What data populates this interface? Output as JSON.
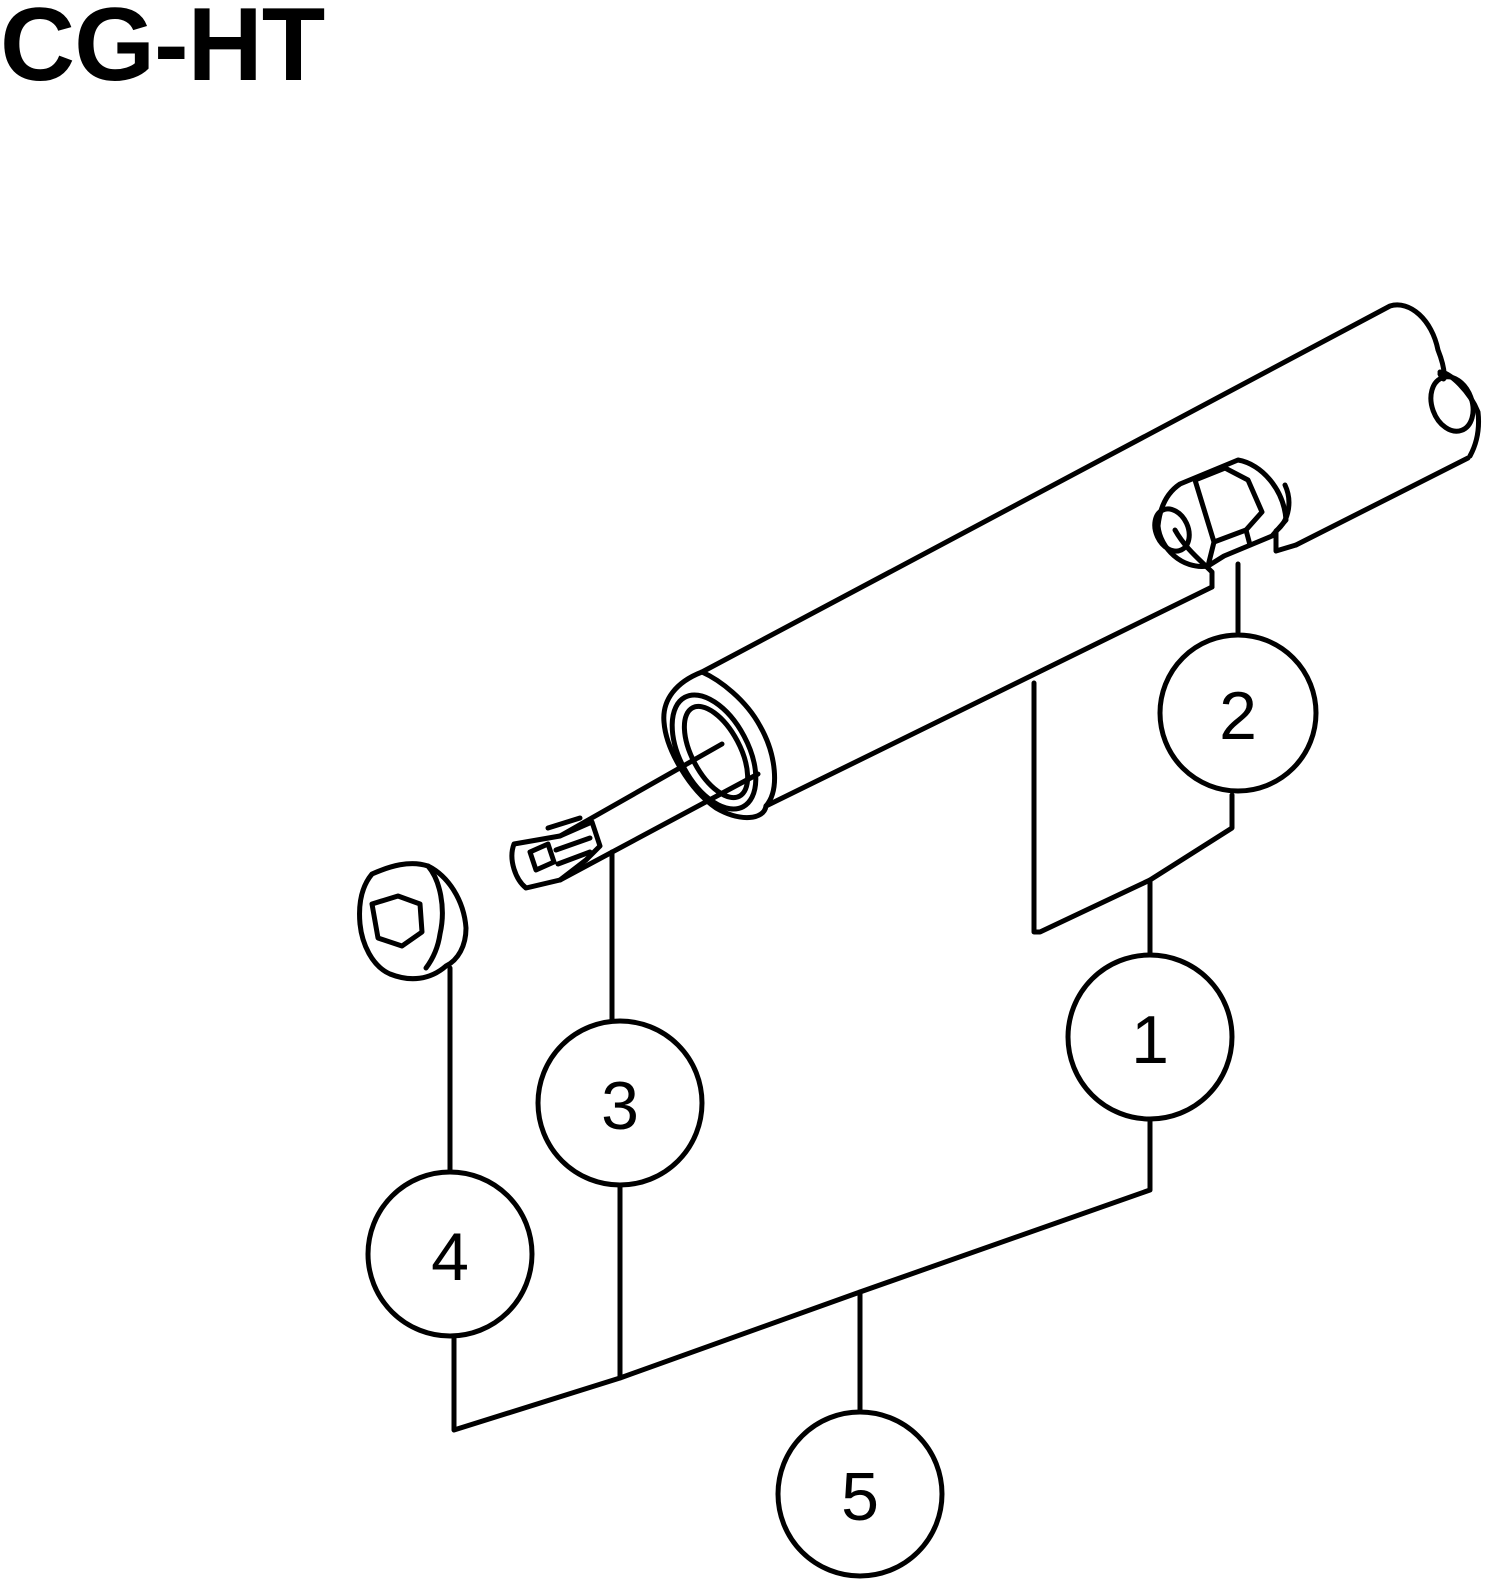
{
  "title": "CG-HT",
  "colors": {
    "ink": "#000000",
    "paper": "#ffffff"
  },
  "callouts": [
    {
      "id": "1",
      "label": "1"
    },
    {
      "id": "2",
      "label": "2"
    },
    {
      "id": "3",
      "label": "3"
    },
    {
      "id": "4",
      "label": "4"
    },
    {
      "id": "5",
      "label": "5"
    }
  ]
}
